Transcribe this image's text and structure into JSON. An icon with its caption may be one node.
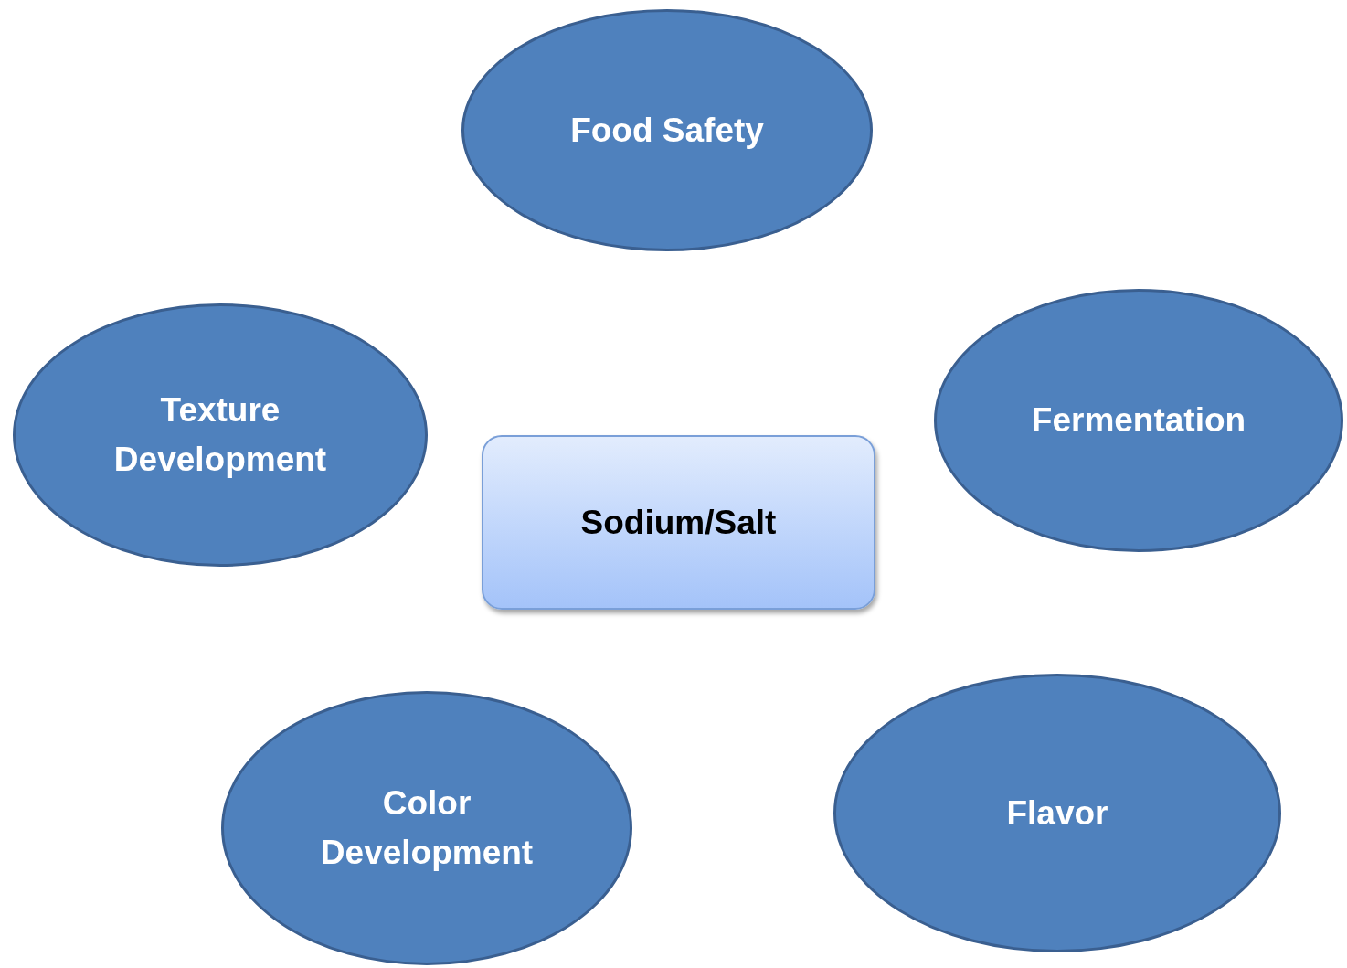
{
  "diagram": {
    "nodes": [
      {
        "text": [
          "Food Safety"
        ]
      },
      {
        "text": [
          "Texture Development"
        ]
      },
      {
        "text": [
          "Fermentation"
        ]
      },
      {
        "text": [
          "Sodium/Salt"
        ]
      },
      {
        "text": [
          "Color Development"
        ]
      },
      {
        "text": [
          "Flavor"
        ]
      }
    ]
  }
}
